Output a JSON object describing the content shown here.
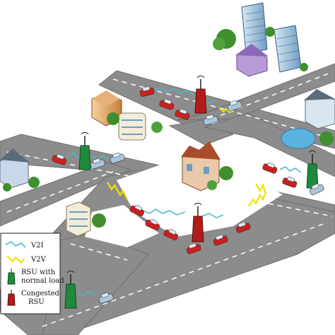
{
  "legend": {
    "items": [
      {
        "key": "v2i",
        "label": "V2I"
      },
      {
        "key": "v2v",
        "label": "V2V"
      },
      {
        "key": "rsu_normal",
        "label_lines": [
          "RSU with",
          "normal load"
        ]
      },
      {
        "key": "rsu_congested",
        "label_lines": [
          "Congested",
          "RSU"
        ]
      }
    ]
  },
  "colors": {
    "road": "#8c8c8c",
    "road_edge": "#6e6e6e",
    "lane_marking": "#ffffff",
    "v2i_link": "#4fb8c8",
    "v2v_link": "#f2e200",
    "rsu_normal": "#1f8a3c",
    "rsu_congested": "#b31b1b",
    "car_red": "#cc1f1f",
    "car_blue": "#a9c6dd",
    "grass": "#3f8f2e"
  },
  "icons": [
    "rsu-tower-icon",
    "car-icon",
    "building-icon",
    "house-icon",
    "tree-icon",
    "pond-icon"
  ]
}
